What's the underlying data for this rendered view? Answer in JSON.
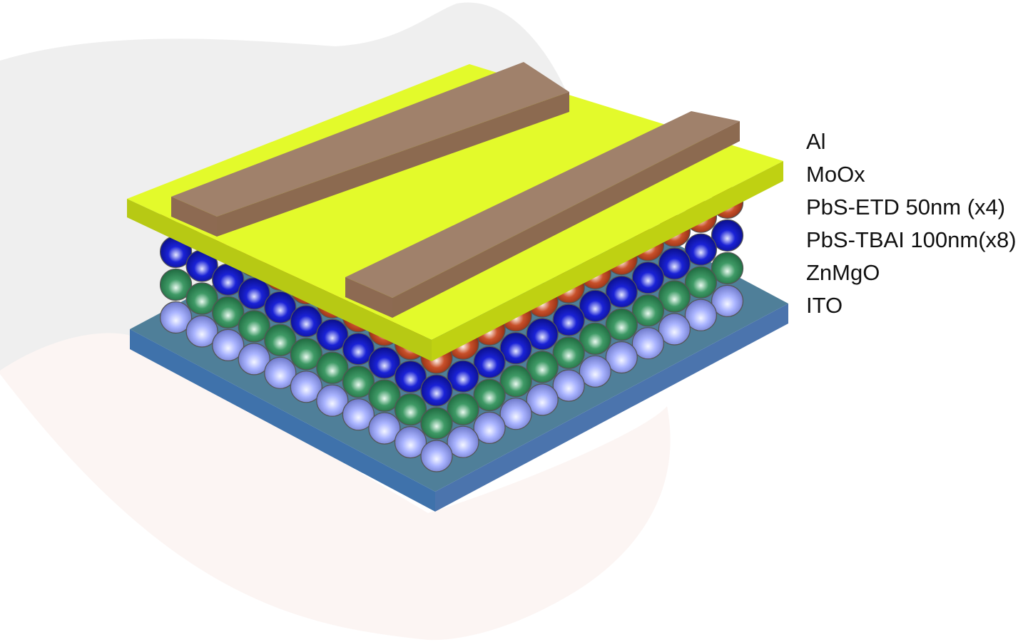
{
  "layers": [
    {
      "label": "Al",
      "color": "#a0816b"
    },
    {
      "label": "MoOx",
      "color": "#e3fa2b"
    },
    {
      "label": "PbS-ETD 50nm (x4)",
      "color": "#c8502a"
    },
    {
      "label": "PbS-TBAI 100nm(x8)",
      "color": "#1a22d6"
    },
    {
      "label": "ZnMgO",
      "color": "#3f9a66"
    },
    {
      "label": "ITO",
      "color": "#aab4ff"
    }
  ],
  "substrate_color": "#4a77a8"
}
